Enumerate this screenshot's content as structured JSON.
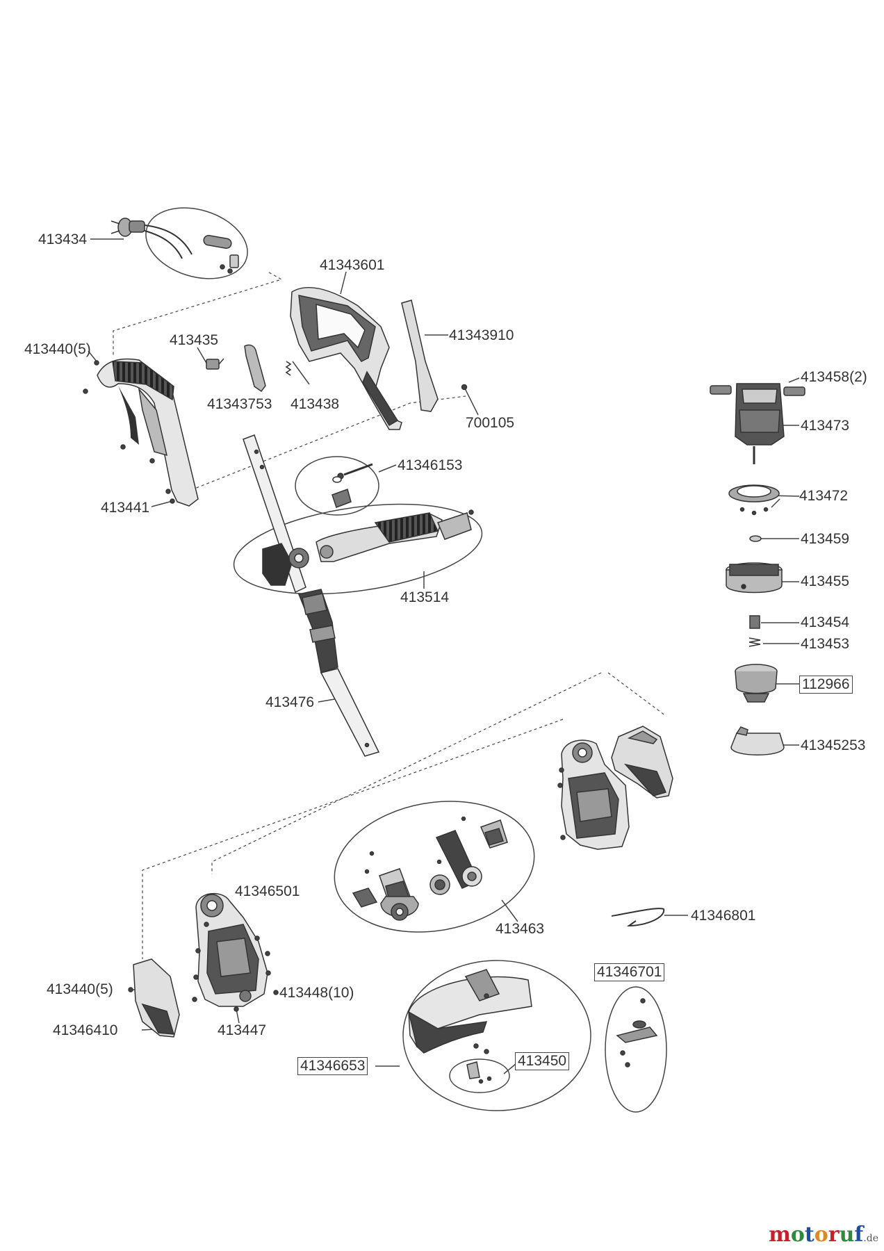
{
  "labels": {
    "p413434": "413434",
    "p41343601": "41343601",
    "p41343910": "41343910",
    "p413440a": "413440(5)",
    "p413435": "413435",
    "p41343753": "41343753",
    "p413438": "413438",
    "p700105": "700105",
    "p413458": "413458(2)",
    "p413473": "413473",
    "p41346153": "41346153",
    "p413441": "413441",
    "p413472": "413472",
    "p413459": "413459",
    "p413514": "413514",
    "p413455": "413455",
    "p413454": "413454",
    "p413453": "413453",
    "p112966": "112966",
    "p413476": "413476",
    "p41345253": "41345253",
    "p41346501": "41346501",
    "p413463": "413463",
    "p41346801": "41346801",
    "p41346701": "41346701",
    "p413440b": "413440(5)",
    "p413448": "413448(10)",
    "p41346410": "41346410",
    "p413447": "413447",
    "p41346653": "41346653",
    "p413450": "413450"
  },
  "watermark": {
    "letters": [
      "m",
      "o",
      "t",
      "o",
      "r",
      "u",
      "f"
    ],
    "suffix": ".de"
  },
  "colors": {
    "line": "#444444",
    "part_dark": "#2b2b2b",
    "part_mid": "#7a7a7a",
    "part_light": "#d6d6d6",
    "wm_red": "#c8202a",
    "wm_green": "#2e8b3a",
    "wm_blue": "#1f4f9c",
    "wm_orange": "#e08a1e"
  }
}
